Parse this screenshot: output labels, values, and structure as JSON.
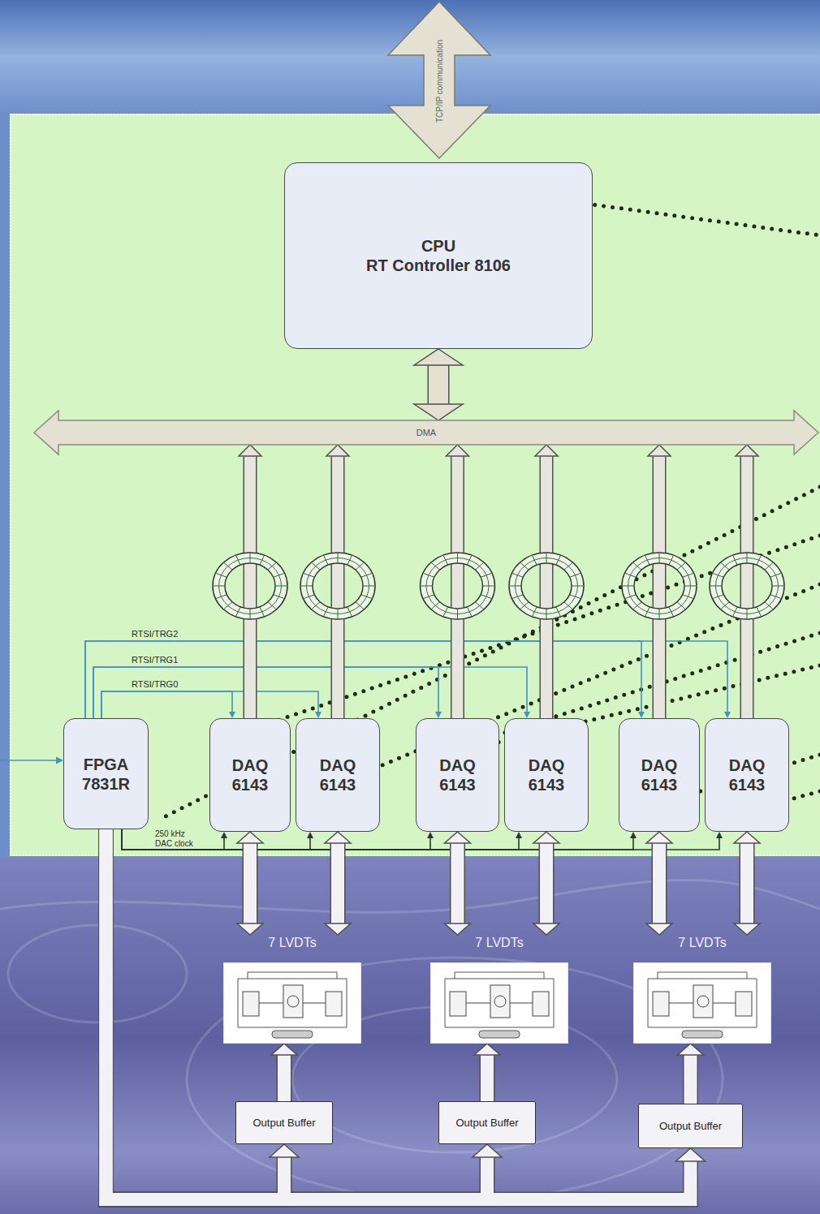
{
  "diagram": {
    "nodes": [
      {
        "text": [
          "CPU",
          "RT Controller 8106"
        ]
      },
      {
        "text": [
          "DMA"
        ]
      },
      {
        "text": [
          "FPGA 7831R"
        ]
      },
      {
        "text": [
          "DAQ 6143"
        ]
      },
      {
        "text": [
          "DAQ 6143"
        ]
      },
      {
        "text": [
          "DAQ 6143"
        ]
      },
      {
        "text": [
          "DAQ 6143"
        ]
      },
      {
        "text": [
          "DAQ 6143"
        ]
      },
      {
        "text": [
          "DAQ 6143"
        ]
      },
      {
        "text": [
          "7 LVDTs"
        ]
      },
      {
        "text": [
          "7 LVDTs"
        ]
      },
      {
        "text": [
          "7 LVDTs"
        ]
      },
      {
        "text": [
          "Output Buffer"
        ]
      },
      {
        "text": [
          "Output Buffer"
        ]
      },
      {
        "text": [
          "Output Buffer"
        ]
      }
    ],
    "edges": [
      {
        "from": 0,
        "to": 1,
        "arrow": "both"
      },
      {
        "from": 3,
        "to": 1,
        "arrow": "to"
      },
      {
        "from": 4,
        "to": 1,
        "arrow": "to"
      },
      {
        "from": 5,
        "to": 1,
        "arrow": "to"
      },
      {
        "from": 6,
        "to": 1,
        "arrow": "to"
      },
      {
        "from": 7,
        "to": 1,
        "arrow": "to"
      },
      {
        "from": 8,
        "to": 1,
        "arrow": "to"
      },
      {
        "from": 2,
        "to": 3,
        "arrow": "to",
        "label": "RTSI/TRG0"
      },
      {
        "from": 2,
        "to": 4,
        "arrow": "to"
      },
      {
        "from": 2,
        "to": 5,
        "arrow": "to",
        "label": "RTSI/TRG1"
      },
      {
        "from": 2,
        "to": 6,
        "arrow": "to"
      },
      {
        "from": 2,
        "to": 7,
        "arrow": "to",
        "label": "RTSI/TRG2"
      },
      {
        "from": 2,
        "to": 8,
        "arrow": "to"
      },
      {
        "from": 2,
        "to": 3,
        "arrow": "to",
        "label": "250 kHz DAC clock"
      },
      {
        "from": 2,
        "to": 4,
        "arrow": "to"
      },
      {
        "from": 2,
        "to": 5,
        "arrow": "to"
      },
      {
        "from": 2,
        "to": 6,
        "arrow": "to"
      },
      {
        "from": 2,
        "to": 7,
        "arrow": "to"
      },
      {
        "from": 2,
        "to": 8,
        "arrow": "to"
      },
      {
        "from": 3,
        "to": 9,
        "arrow": "both"
      },
      {
        "from": 4,
        "to": 9,
        "arrow": "both"
      },
      {
        "from": 5,
        "to": 10,
        "arrow": "both"
      },
      {
        "from": 6,
        "to": 10,
        "arrow": "both"
      },
      {
        "from": 7,
        "to": 11,
        "arrow": "both"
      },
      {
        "from": 8,
        "to": 11,
        "arrow": "both"
      },
      {
        "from": 12,
        "to": 9,
        "arrow": "to"
      },
      {
        "from": 13,
        "to": 10,
        "arrow": "to"
      },
      {
        "from": 14,
        "to": 11,
        "arrow": "to"
      },
      {
        "from": 2,
        "to": 12,
        "arrow": "to"
      },
      {
        "from": 2,
        "to": 13,
        "arrow": "to"
      },
      {
        "from": 2,
        "to": 14,
        "arrow": "to"
      }
    ],
    "labels": [
      "TCP/IP communication"
    ]
  }
}
